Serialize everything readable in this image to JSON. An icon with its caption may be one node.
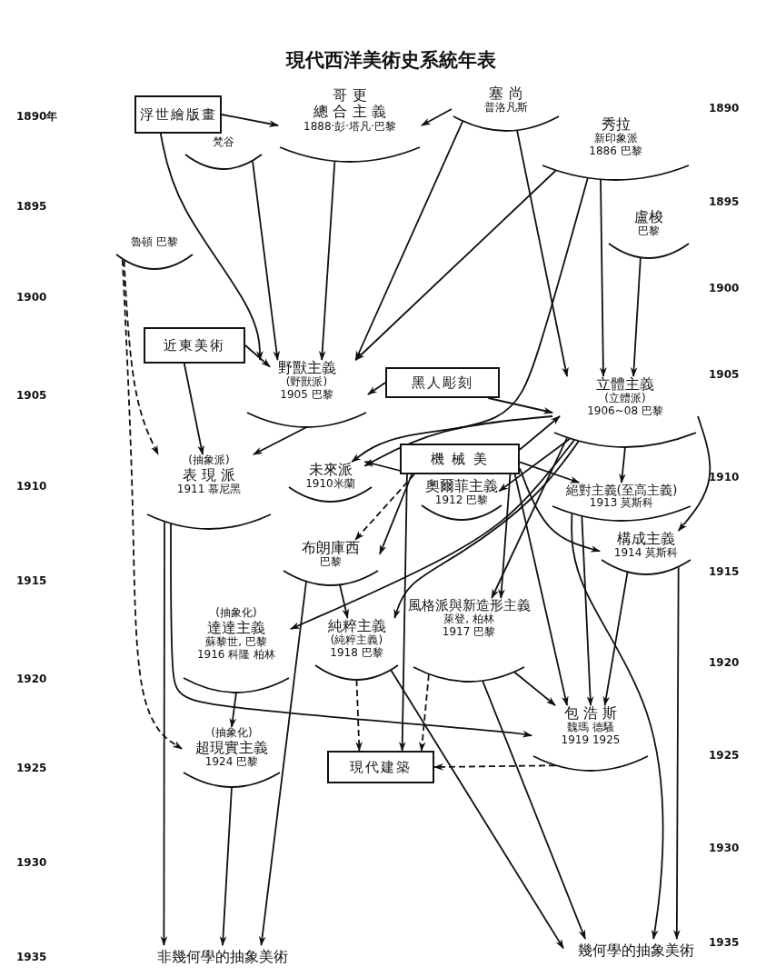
{
  "diagram": {
    "title": "現代西洋美術史系統年表",
    "nodes": [
      {
        "text": [
          "浮世繪版畫"
        ]
      },
      {
        "text": [
          "哥 更",
          "總 合 主 義",
          "1888·彭·塔凡·巴黎"
        ]
      },
      {
        "text": [
          "塞 尚",
          "普洛凡斯"
        ]
      },
      {
        "text": [
          "梵谷"
        ]
      },
      {
        "text": [
          "秀拉",
          "新印象派",
          "1886 巴黎"
        ]
      },
      {
        "text": [
          "魯頓 巴黎"
        ]
      },
      {
        "text": [
          "盧梭",
          "巴黎"
        ]
      },
      {
        "text": [
          "近東美術"
        ]
      },
      {
        "text": [
          "野獸主義",
          "(野獸派)",
          "1905 巴黎"
        ]
      },
      {
        "text": [
          "黑人彫刻"
        ]
      },
      {
        "text": [
          "立體主義",
          "(立體派)",
          "1906~08 巴黎"
        ]
      },
      {
        "text": [
          "(抽象派)",
          "表 現 派",
          "1911 慕尼黑"
        ]
      },
      {
        "text": [
          "未來派",
          "1910米蘭"
        ]
      },
      {
        "text": [
          "機 械 美"
        ]
      },
      {
        "text": [
          "奧爾菲主義",
          "1912 巴黎"
        ]
      },
      {
        "text": [
          "絕對主義(至高主義)",
          "1913 莫斯科"
        ]
      },
      {
        "text": [
          "構成主義",
          "1914 莫斯科"
        ]
      },
      {
        "text": [
          "布朗庫西",
          "巴黎"
        ]
      },
      {
        "text": [
          "(抽象化)",
          "達達主義",
          "蘇黎世, 巴黎 1916 科隆 柏林"
        ]
      },
      {
        "text": [
          "純粹主義",
          "(純粹主義)",
          "1918 巴黎"
        ]
      },
      {
        "text": [
          "風格派與新造形主義",
          "萊登, 柏林",
          "1917 巴黎"
        ]
      },
      {
        "text": [
          "包 浩 斯",
          "魏瑪 德騷",
          "1919 1925"
        ]
      },
      {
        "text": [
          "(抽象化)",
          "超現實主義",
          "1924 巴黎"
        ]
      },
      {
        "text": [
          "現代建築"
        ]
      },
      {
        "text": [
          "非幾何學的抽象美術"
        ]
      },
      {
        "text": [
          "幾何學的抽象美術"
        ]
      }
    ],
    "edges": [
      {
        "from": 0,
        "to": 1,
        "arrow": "to"
      },
      {
        "from": 2,
        "to": 1,
        "arrow": "to"
      },
      {
        "from": 0,
        "to": 8,
        "arrow": "to"
      },
      {
        "from": 3,
        "to": 8,
        "arrow": "to"
      },
      {
        "from": 1,
        "to": 8,
        "arrow": "to"
      },
      {
        "from": 2,
        "to": 8,
        "arrow": "to"
      },
      {
        "from": 4,
        "to": 8,
        "arrow": "to"
      },
      {
        "from": 4,
        "to": 12,
        "arrow": "to"
      },
      {
        "from": 2,
        "to": 10,
        "arrow": "to"
      },
      {
        "from": 4,
        "to": 10,
        "arrow": "to"
      },
      {
        "from": 6,
        "to": 10,
        "arrow": "to"
      },
      {
        "from": 5,
        "to": 11,
        "arrow": "to",
        "style": "dashed"
      },
      {
        "from": 5,
        "to": 22,
        "arrow": "to",
        "style": "dashed"
      },
      {
        "from": 7,
        "to": 8,
        "arrow": "to"
      },
      {
        "from": 7,
        "to": 11,
        "arrow": "to"
      },
      {
        "from": 9,
        "to": 8,
        "arrow": "to"
      },
      {
        "from": 9,
        "to": 10,
        "arrow": "to"
      },
      {
        "from": 8,
        "to": 11,
        "arrow": "to"
      },
      {
        "from": 10,
        "to": 12,
        "arrow": "to"
      },
      {
        "from": 13,
        "to": 12,
        "arrow": "to"
      },
      {
        "from": 13,
        "to": 10,
        "arrow": "to"
      },
      {
        "from": 13,
        "to": 15,
        "arrow": "to"
      },
      {
        "from": 13,
        "to": 16,
        "arrow": "to"
      },
      {
        "from": 13,
        "to": 17,
        "arrow": "to",
        "style": "dashed"
      },
      {
        "from": 13,
        "to": 17,
        "arrow": "to"
      },
      {
        "from": 17,
        "to": 19,
        "arrow": "to"
      },
      {
        "from": 13,
        "to": 23,
        "arrow": "to"
      },
      {
        "from": 13,
        "to": 21,
        "arrow": "to"
      },
      {
        "from": 13,
        "to": 20,
        "arrow": "to"
      },
      {
        "from": 10,
        "to": 14,
        "arrow": "to"
      },
      {
        "from": 10,
        "to": 18,
        "arrow": "to"
      },
      {
        "from": 10,
        "to": 19,
        "arrow": "to"
      },
      {
        "from": 10,
        "to": 20,
        "arrow": "to"
      },
      {
        "from": 10,
        "to": 15,
        "arrow": "to"
      },
      {
        "from": 10,
        "to": 16,
        "arrow": "to"
      },
      {
        "from": 15,
        "to": 25,
        "arrow": "to"
      },
      {
        "from": 15,
        "to": 21,
        "arrow": "to"
      },
      {
        "from": 16,
        "to": 21,
        "arrow": "to"
      },
      {
        "from": 16,
        "to": 25,
        "arrow": "to"
      },
      {
        "from": 11,
        "to": 24,
        "arrow": "to"
      },
      {
        "from": 11,
        "to": 21,
        "arrow": "to"
      },
      {
        "from": 18,
        "to": 22,
        "arrow": "to"
      },
      {
        "from": 22,
        "to": 24,
        "arrow": "to"
      },
      {
        "from": 17,
        "to": 24,
        "arrow": "to"
      },
      {
        "from": 19,
        "to": 23,
        "arrow": "to",
        "style": "dashed"
      },
      {
        "from": 20,
        "to": 23,
        "arrow": "to",
        "style": "dashed"
      },
      {
        "from": 20,
        "to": 21,
        "arrow": "to"
      },
      {
        "from": 20,
        "to": 25,
        "arrow": "to"
      },
      {
        "from": 19,
        "to": 25,
        "arrow": "to"
      },
      {
        "from": 21,
        "to": 23,
        "arrow": "to",
        "style": "dashed"
      }
    ],
    "labels": [
      "1890年",
      "1890",
      "1895",
      "1895",
      "1900",
      "1900",
      "1905",
      "1905",
      "1910",
      "1910",
      "1915",
      "1915",
      "1920",
      "1920",
      "1925",
      "1925",
      "1930",
      "1930",
      "1935",
      "1935"
    ]
  }
}
